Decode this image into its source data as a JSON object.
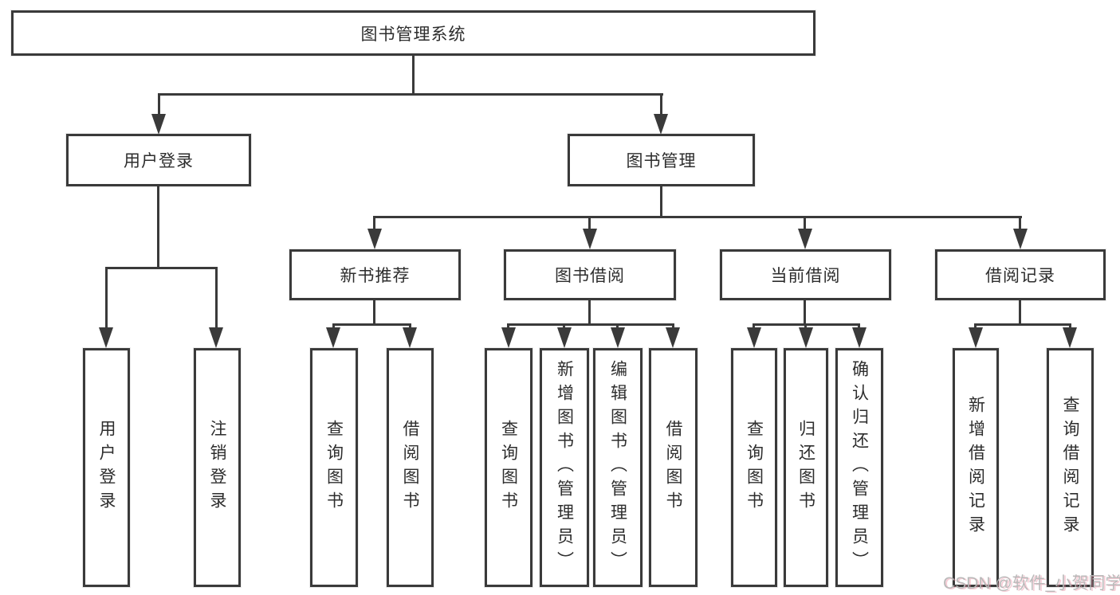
{
  "watermark": {
    "text": "CSDN @软件_小贺同学"
  },
  "tree": {
    "root": {
      "label": "图书管理系统"
    },
    "user_login": {
      "label": "用户登录",
      "children": [
        {
          "label": "用户登录"
        },
        {
          "label": "注销登录"
        }
      ]
    },
    "book_management": {
      "label": "图书管理",
      "sections": {
        "new_book_recommend": {
          "label": "新书推荐",
          "children": [
            {
              "label": "查询图书"
            },
            {
              "label": "借阅图书"
            }
          ]
        },
        "book_borrowing": {
          "label": "图书借阅",
          "children": [
            {
              "label": "查询图书"
            },
            {
              "label": "新增图书（管理员）"
            },
            {
              "label": "编辑图书（管理员）"
            },
            {
              "label": "借阅图书"
            }
          ]
        },
        "current_borrowing": {
          "label": "当前借阅",
          "children": [
            {
              "label": "查询图书"
            },
            {
              "label": "归还图书"
            },
            {
              "label": "确认归还（管理员）"
            }
          ]
        },
        "borrowing_records": {
          "label": "借阅记录",
          "children": [
            {
              "label": "新增借阅记录"
            },
            {
              "label": "查询借阅记录"
            }
          ]
        }
      }
    }
  }
}
